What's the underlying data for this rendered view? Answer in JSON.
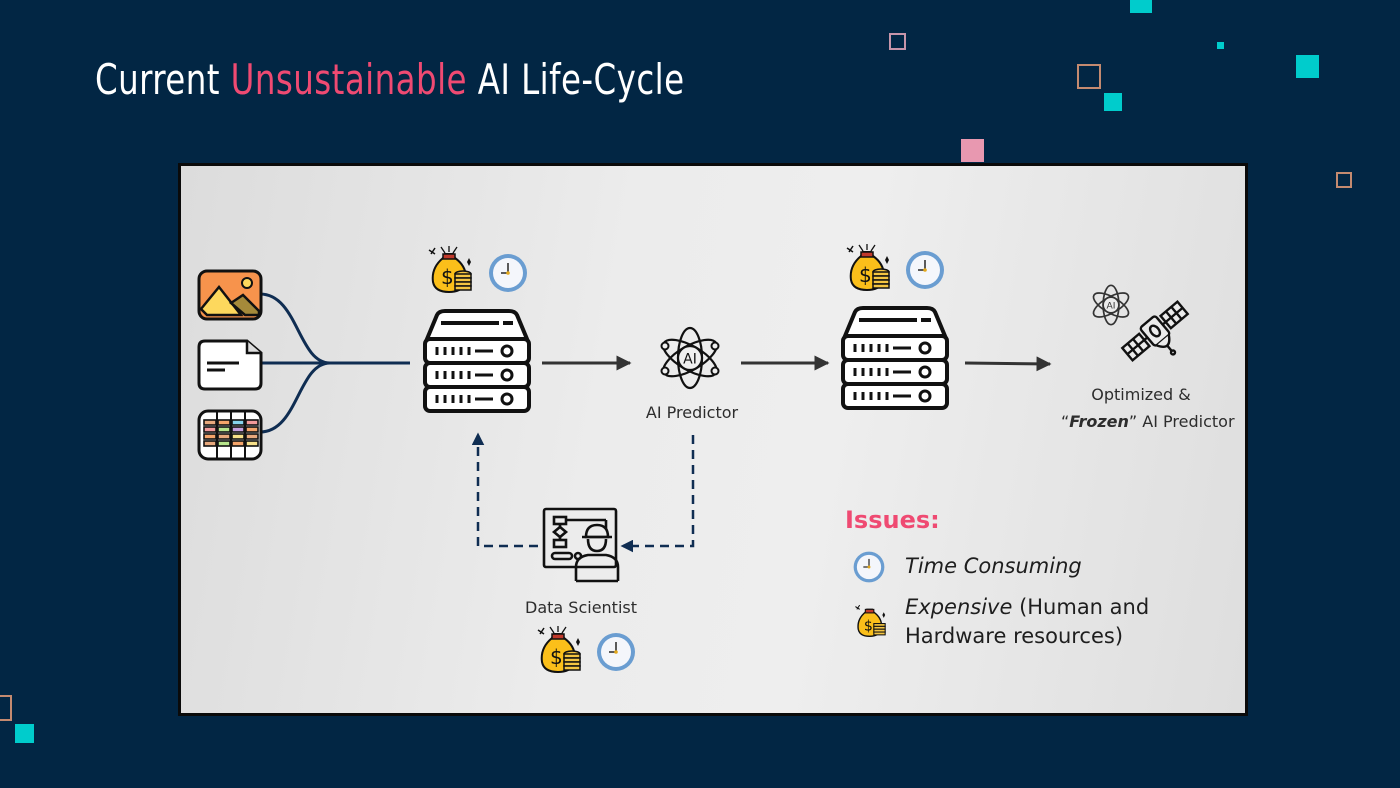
{
  "slide": {
    "title_prefix": "Current ",
    "title_highlight": "Unsustainable",
    "title_suffix": " AI Life-Cycle",
    "colors": {
      "background": "#022644",
      "highlight": "#ef4a72",
      "accent_teal": "#00cccc",
      "accent_pink": "#e898b0",
      "accent_copper": "#c48a70",
      "flow_line": "#0f2d52"
    }
  },
  "diagram": {
    "inputs": [
      {
        "icon": "image-icon",
        "label": "Image data"
      },
      {
        "icon": "document-icon",
        "label": "Text data"
      },
      {
        "icon": "table-icon",
        "label": "Tabular data"
      }
    ],
    "nodes": {
      "training_server": {
        "icon": "server-icon",
        "cost_icons": [
          "money-bag-icon",
          "clock-icon"
        ]
      },
      "ai_predictor": {
        "icon": "ai-atom-icon",
        "label": "AI Predictor"
      },
      "optimization_server": {
        "icon": "server-icon",
        "cost_icons": [
          "money-bag-icon",
          "clock-icon"
        ]
      },
      "frozen_predictor": {
        "icon": "satellite-icon",
        "label_line1": "Optimized &",
        "label_quote_open": "“",
        "label_bold": "Frozen",
        "label_quote_close": "”",
        "label_rest": " AI Predictor"
      },
      "data_scientist": {
        "icon": "data-scientist-icon",
        "label": "Data Scientist",
        "cost_icons": [
          "money-bag-icon",
          "clock-icon"
        ]
      }
    },
    "issues": {
      "title": "Issues:",
      "items": [
        {
          "icon": "clock-icon",
          "emphasis": "Time Consuming",
          "rest": ""
        },
        {
          "icon": "money-bag-icon",
          "emphasis": "Expensive",
          "rest": " (Human and",
          "line2": "Hardware resources)"
        }
      ]
    }
  }
}
